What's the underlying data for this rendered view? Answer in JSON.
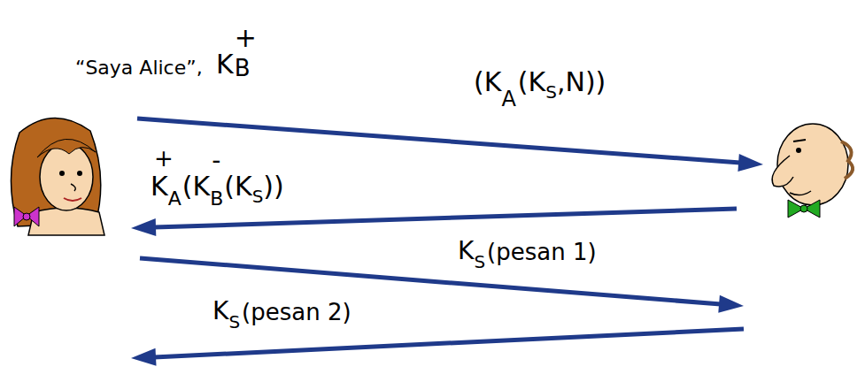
{
  "diagram": {
    "labels": [
      "“Saya Alice”,",
      "K",
      "B",
      "+",
      "(K",
      "A",
      "(K",
      "S",
      ",N))",
      "K",
      "A",
      "+",
      "(K",
      "B",
      "-",
      "(K",
      "S",
      "))",
      "K",
      "S",
      "(pesan 1)",
      "K",
      "S",
      "(pesan 2)"
    ]
  }
}
